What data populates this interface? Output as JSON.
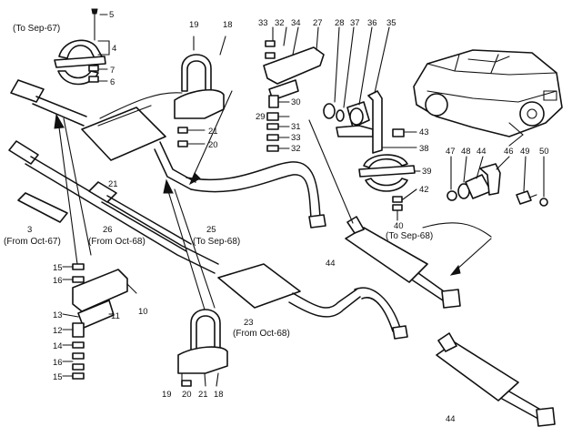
{
  "notes": {
    "to_sep67": "(To Sep-67)",
    "from_oct67": "(From Oct-67)",
    "from_oct68_left": "(From Oct-68)",
    "to_sep68_mid": "(To Sep-68)",
    "to_sep68_right": "(To Sep-68)",
    "from_oct68_center": "(From Oct-68)"
  },
  "callouts": {
    "c5": "5",
    "c4": "4",
    "c7": "7",
    "c6": "6",
    "c19a": "19",
    "c18a": "18",
    "c21a": "21",
    "c20a": "20",
    "c33a": "33",
    "c32a": "32",
    "c34": "34",
    "c27": "27",
    "c28": "28",
    "c37": "37",
    "c36": "36",
    "c35": "35",
    "c30": "30",
    "c29": "29",
    "c31": "31",
    "c33b": "33",
    "c32b": "32",
    "c43": "43",
    "c38": "38",
    "c39": "39",
    "c42": "42",
    "c40": "40",
    "c47": "47",
    "c48": "48",
    "c44a": "44",
    "c46": "46",
    "c49": "49",
    "c50": "50",
    "c21b": "21",
    "c25": "25",
    "c3": "3",
    "c26": "26",
    "c15a": "15",
    "c16a": "16",
    "c10": "10",
    "c13": "13",
    "c11": "11",
    "c12": "12",
    "c14": "14",
    "c16b": "16",
    "c15b": "15",
    "c23": "23",
    "c44b": "44",
    "c19b": "19",
    "c20b": "20",
    "c21c": "21",
    "c18b": "18",
    "c44c": "44"
  }
}
